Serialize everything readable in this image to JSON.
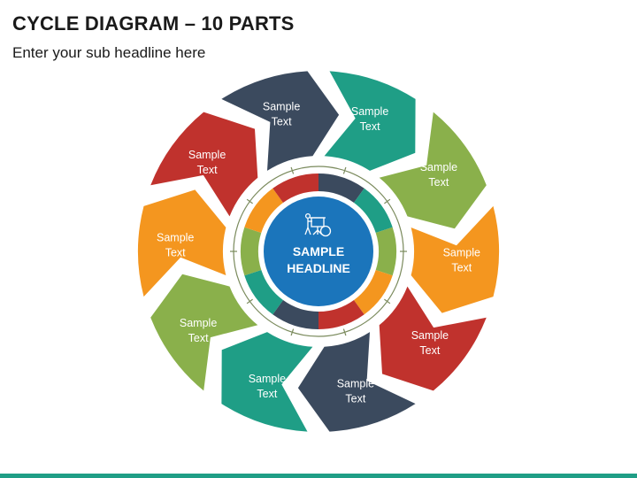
{
  "title": "CYCLE DIAGRAM – 10 PARTS",
  "subtitle": "Enter your sub headline here",
  "center": {
    "line1": "SAMPLE",
    "line2": "HEADLINE",
    "icon": "presentation-board-icon",
    "color": "#1b75bb"
  },
  "segments": [
    {
      "line1": "Sample",
      "line2": "Text",
      "color": "#3b4a5e"
    },
    {
      "line1": "Sample",
      "line2": "Text",
      "color": "#1f9e86"
    },
    {
      "line1": "Sample",
      "line2": "Text",
      "color": "#8ab04b"
    },
    {
      "line1": "Sample",
      "line2": "Text",
      "color": "#f4961f"
    },
    {
      "line1": "Sample",
      "line2": "Text",
      "color": "#c0322d"
    },
    {
      "line1": "Sample",
      "line2": "Text",
      "color": "#3b4a5e"
    },
    {
      "line1": "Sample",
      "line2": "Text",
      "color": "#1f9e86"
    },
    {
      "line1": "Sample",
      "line2": "Text",
      "color": "#8ab04b"
    },
    {
      "line1": "Sample",
      "line2": "Text",
      "color": "#f4961f"
    },
    {
      "line1": "Sample",
      "line2": "Text",
      "color": "#c0322d"
    }
  ],
  "colors": {
    "accent_bar": "#1f9e86",
    "ring_line": "#7a8a5c"
  }
}
